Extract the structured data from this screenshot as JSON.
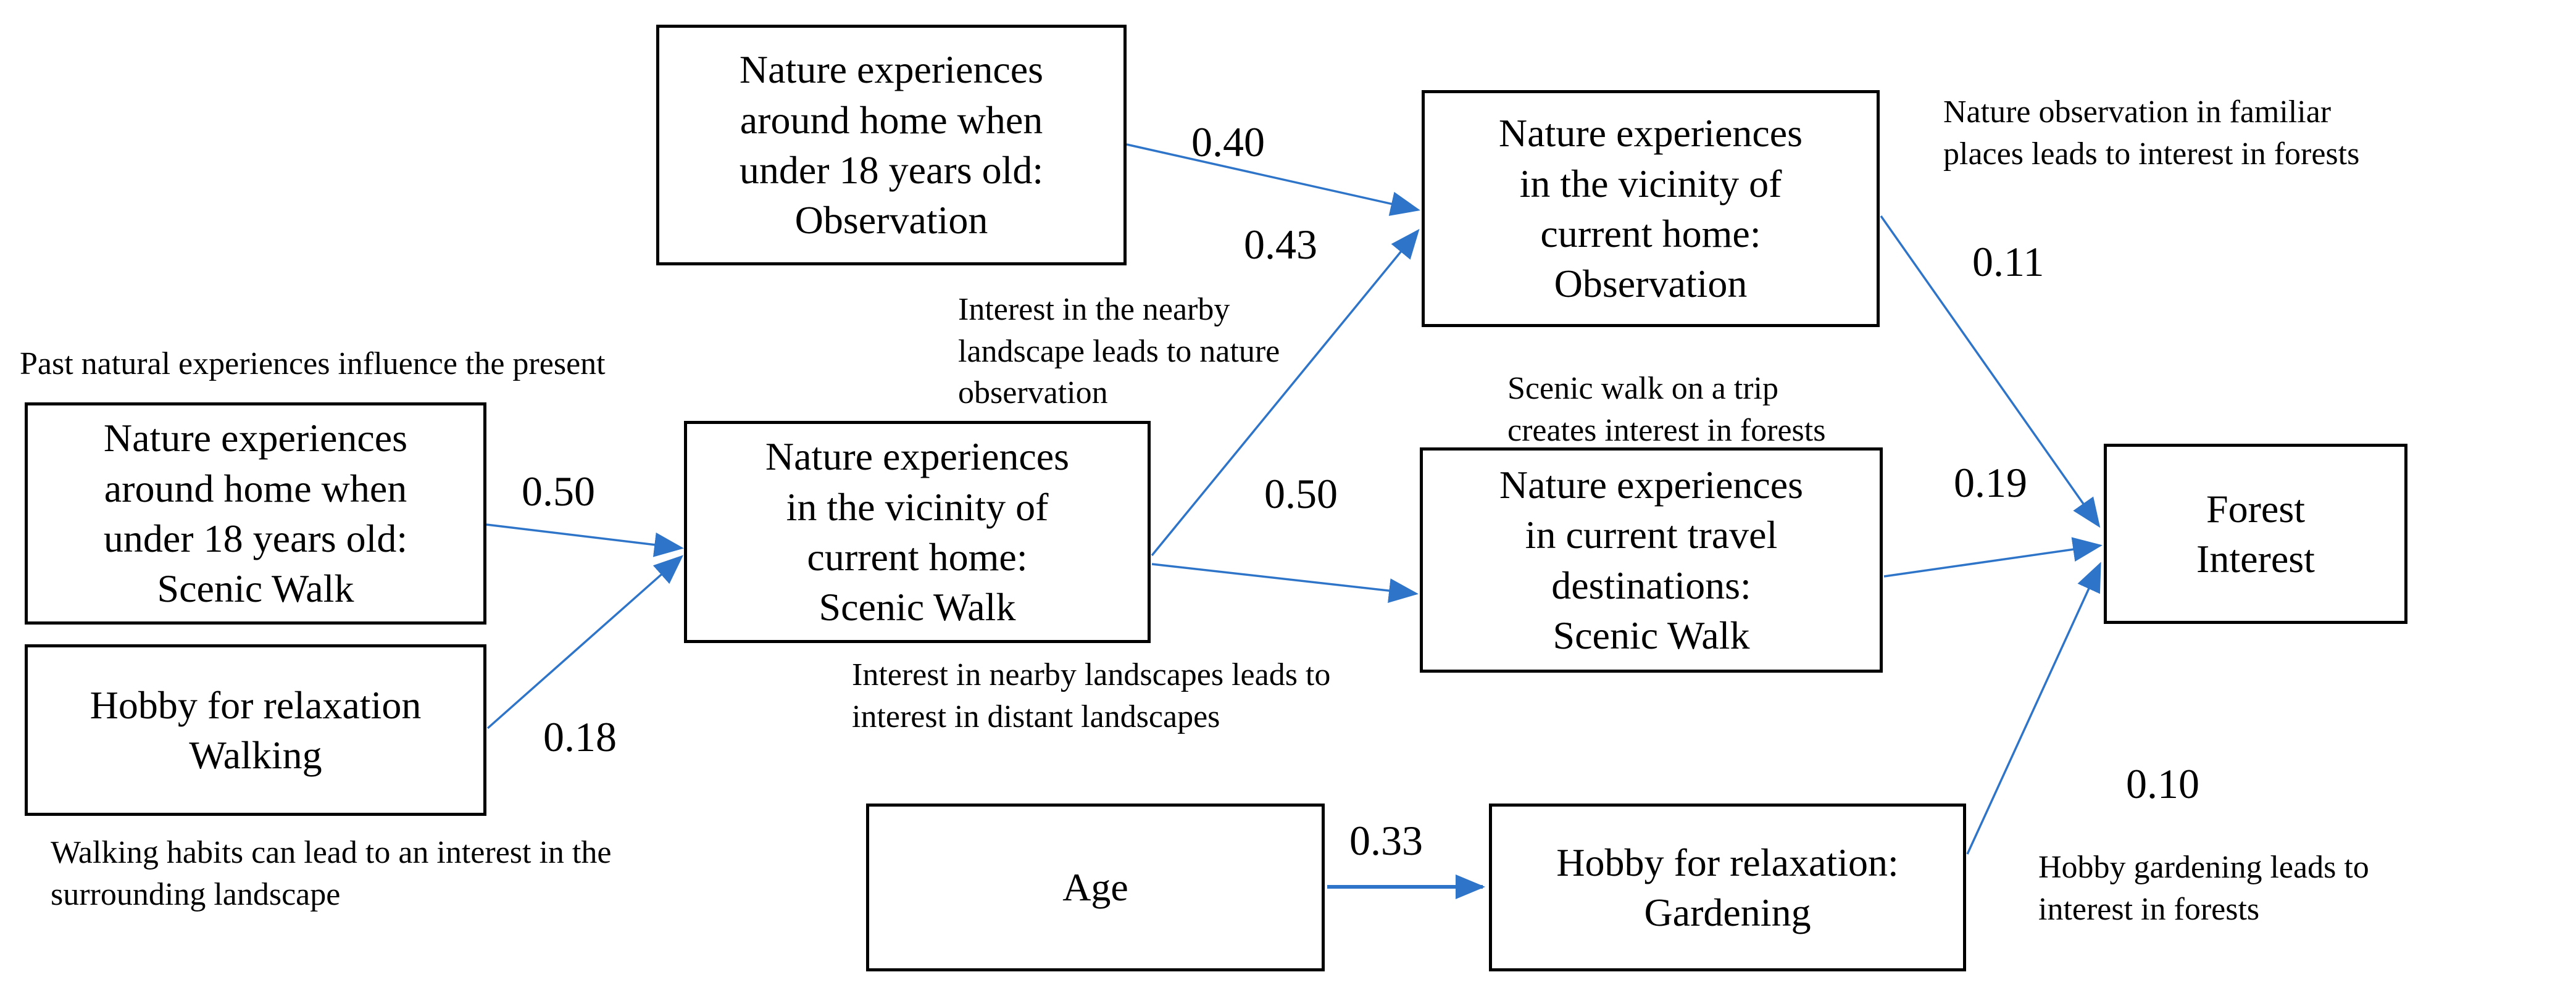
{
  "diagram": {
    "type": "path-model-diagram",
    "background_color": "#ffffff",
    "box_border_color": "#000000",
    "text_color": "#000000",
    "arrow_color": "#2E74C8",
    "nodes": [
      {
        "id": "u18-observation",
        "label": "Nature experiences\naround home when\nunder 18 years old:\nObservation"
      },
      {
        "id": "vicinity-observation",
        "label": "Nature experiences\nin the vicinity  of\ncurrent home:\nObservation"
      },
      {
        "id": "u18-scenic-walk",
        "label": "Nature experiences\naround home when\nunder 18 years old:\nScenic Walk"
      },
      {
        "id": "vicinity-scenic-walk",
        "label": "Nature experiences\nin the vicinity  of\ncurrent home:\nScenic Walk"
      },
      {
        "id": "travel-scenic-walk",
        "label": "Nature experiences\nin current travel\ndestinations:\nScenic Walk"
      },
      {
        "id": "hobby-walking",
        "label": "Hobby for relaxation\nWalking"
      },
      {
        "id": "forest-interest",
        "label": "Forest\nInterest"
      },
      {
        "id": "age",
        "label": "Age"
      },
      {
        "id": "hobby-gardening",
        "label": "Hobby for relaxation:\nGardening"
      }
    ],
    "edges": [
      {
        "from": "u18-observation",
        "to": "vicinity-observation",
        "coefficient": "0.40"
      },
      {
        "from": "vicinity-scenic-walk",
        "to": "vicinity-observation",
        "coefficient": "0.43"
      },
      {
        "from": "vicinity-observation",
        "to": "forest-interest",
        "coefficient": "0.11"
      },
      {
        "from": "u18-scenic-walk",
        "to": "vicinity-scenic-walk",
        "coefficient": "0.50"
      },
      {
        "from": "hobby-walking",
        "to": "vicinity-scenic-walk",
        "coefficient": "0.18"
      },
      {
        "from": "vicinity-scenic-walk",
        "to": "travel-scenic-walk",
        "coefficient": "0.50"
      },
      {
        "from": "travel-scenic-walk",
        "to": "forest-interest",
        "coefficient": "0.19"
      },
      {
        "from": "age",
        "to": "hobby-gardening",
        "coefficient": "0.33"
      },
      {
        "from": "hobby-gardening",
        "to": "forest-interest",
        "coefficient": "0.10"
      }
    ],
    "annotations": [
      {
        "id": "past-influence",
        "text": "Past natural experiences influence the present"
      },
      {
        "id": "nearby-observation",
        "text": "Interest in the nearby\nlandscape leads to nature\nobservation"
      },
      {
        "id": "familiar-places",
        "text": "Nature observation in familiar\nplaces leads to interest in forests"
      },
      {
        "id": "scenic-trip",
        "text": "Scenic walk on a trip\ncreates interest in forests"
      },
      {
        "id": "distant-landscapes",
        "text": "Interest in nearby landscapes leads to\ninterest in distant landscapes"
      },
      {
        "id": "walking-habits",
        "text": "Walking habits can lead to an interest in the\nsurrounding landscape"
      },
      {
        "id": "hobby-gardening-note",
        "text": "Hobby gardening leads to\ninterest in forests"
      }
    ]
  }
}
